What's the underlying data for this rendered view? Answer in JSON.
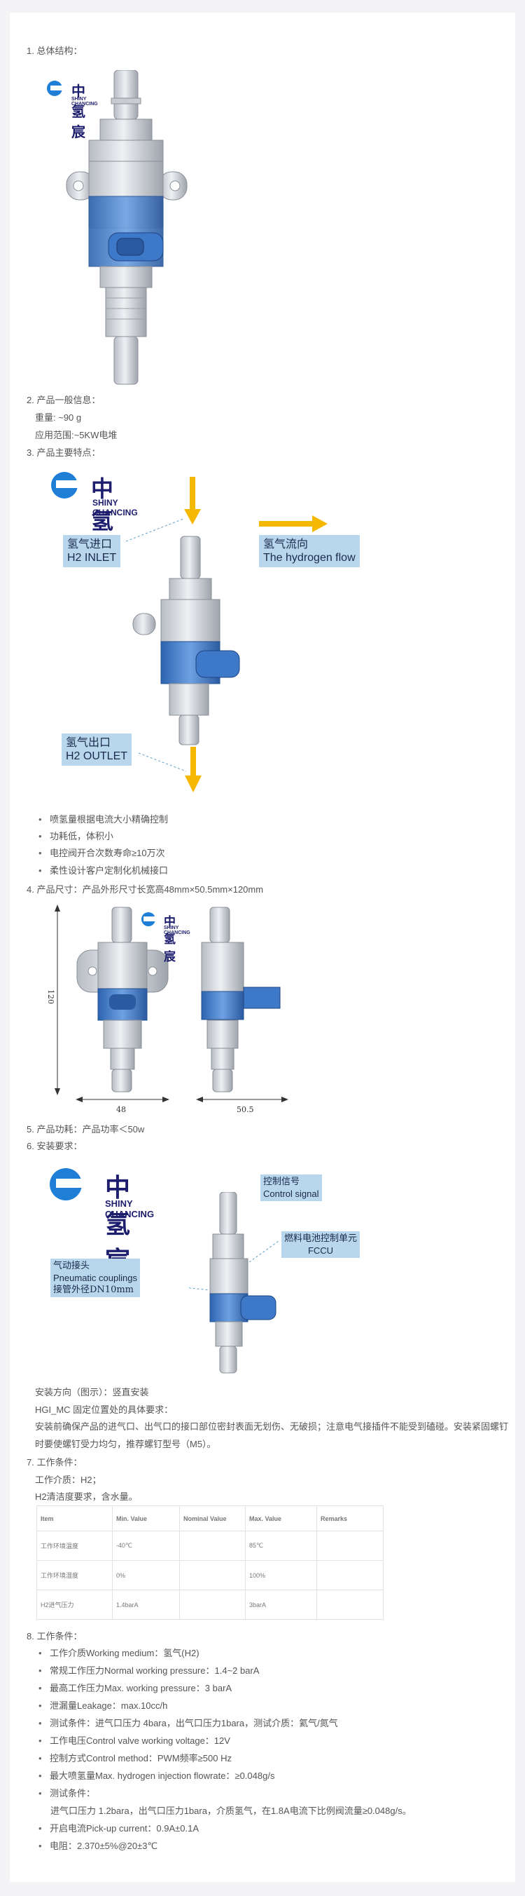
{
  "sections": {
    "s1": "1. 总体结构：",
    "s2": "2. 产品一般信息：",
    "s2_weight": "重量: ~90 g",
    "s2_scope": "应用范围:~5KW电堆",
    "s3": "3. 产品主要特点：",
    "s3_bullets": [
      "喷氢量根据电流大小精确控制",
      "功耗低，体积小",
      "电控阀开合次数寿命≥10万次",
      "柔性设计客户定制化机械接口"
    ],
    "s4": "4. 产品尺寸：产品外形尺寸长宽高48mm×50.5mm×120mm",
    "s5": "5. 产品功耗：产品功率＜50w",
    "s6": "6. 安装要求：",
    "s6_direction": "安装方向（图示）：竖直安装",
    "s6_req_title": "HGI_MC 固定位置处的具体要求：",
    "s6_req_body": "安装前确保产品的进气口、出气口的接口部位密封表面无划伤、无破损；注意电气接插件不能受到磕碰。安装紧固螺钉时要使螺钉受力均匀，推荐螺钉型号（M5）。",
    "s7": "7. 工作条件：",
    "s7_medium": "工作介质：H2；",
    "s7_clean": "H2清洁度要求，含水量。",
    "s8": "8. 工作条件：",
    "s8_bullets": [
      "工作介质Working medium：氢气(H2)",
      "常规工作压力Normal working pressure：1.4~2 barA",
      "最高工作压力Max. working pressure：3 barA",
      "泄漏量Leakage：max.10cc/h",
      "测试条件：进气口压力 4bara，出气口压力1bara，测试介质：氦气/氮气",
      "工作电压Control valve working voltage：12V",
      "控制方式Control method：PWM频率≥500 Hz",
      "最大喷氢量Max. hydrogen injection flowrate：≥0.048g/s",
      "测试条件："
    ],
    "s8_test_detail": "进气口压力 1.2bara，出气口压力1bara，介质氢气，在1.8A电流下比例阀流量≥0.048g/s。",
    "s8_bullets2": [
      "开启电流Pick-up current：0.9A±0.1A",
      "电阻：2.370±5%@20±3℃"
    ]
  },
  "brand": {
    "zh": "中氢宸",
    "en": "SHINY CHANCING"
  },
  "fig3": {
    "inlet_zh": "氢气进口",
    "inlet_en": "H2 INLET",
    "flow_zh": "氢气流向",
    "flow_en": "The hydrogen flow",
    "outlet_zh": "氢气出口",
    "outlet_en": "H2 OUTLET"
  },
  "fig4": {
    "height": "120",
    "width": "48",
    "depth": "50.5"
  },
  "fig6": {
    "signal_zh": "控制信号",
    "signal_en": "Control signal",
    "fccu_zh": "燃料电池控制单元",
    "fccu_en": "FCCU",
    "pneu_zh": "气动接头",
    "pneu_en": "Pneumatic couplings",
    "pneu_dn": "接管外径DN10mm"
  },
  "table": {
    "headers": [
      "Item",
      "Min. Value",
      "Nominal Value",
      "Max. Value",
      "Remarks"
    ],
    "rows": [
      [
        "工作环境温度",
        "-40℃",
        "",
        "85℃",
        ""
      ],
      [
        "工作环境湿度",
        "0%",
        "",
        "100%",
        ""
      ],
      [
        "H2进气压力",
        "1.4barA",
        "",
        "3barA",
        ""
      ]
    ]
  },
  "colors": {
    "valve_body": "#d9dde2",
    "coil_blue": "#3f7fcf",
    "label_bg": "#b9d7ec",
    "arrow": "#f5b800",
    "brand": "#1d1d6e"
  }
}
